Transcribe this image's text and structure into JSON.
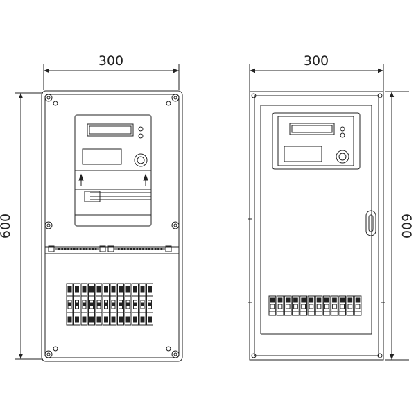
{
  "dimensions": {
    "front_width": "300",
    "front_height": "600",
    "side_width": "300",
    "side_height": "600"
  },
  "views": {
    "front": {
      "breaker_count": 12,
      "terminal_groups": 2
    },
    "side": {
      "breaker_count": 12
    }
  },
  "colors": {
    "line": "#222222",
    "fill": "#ffffff",
    "accent": "#555555"
  }
}
